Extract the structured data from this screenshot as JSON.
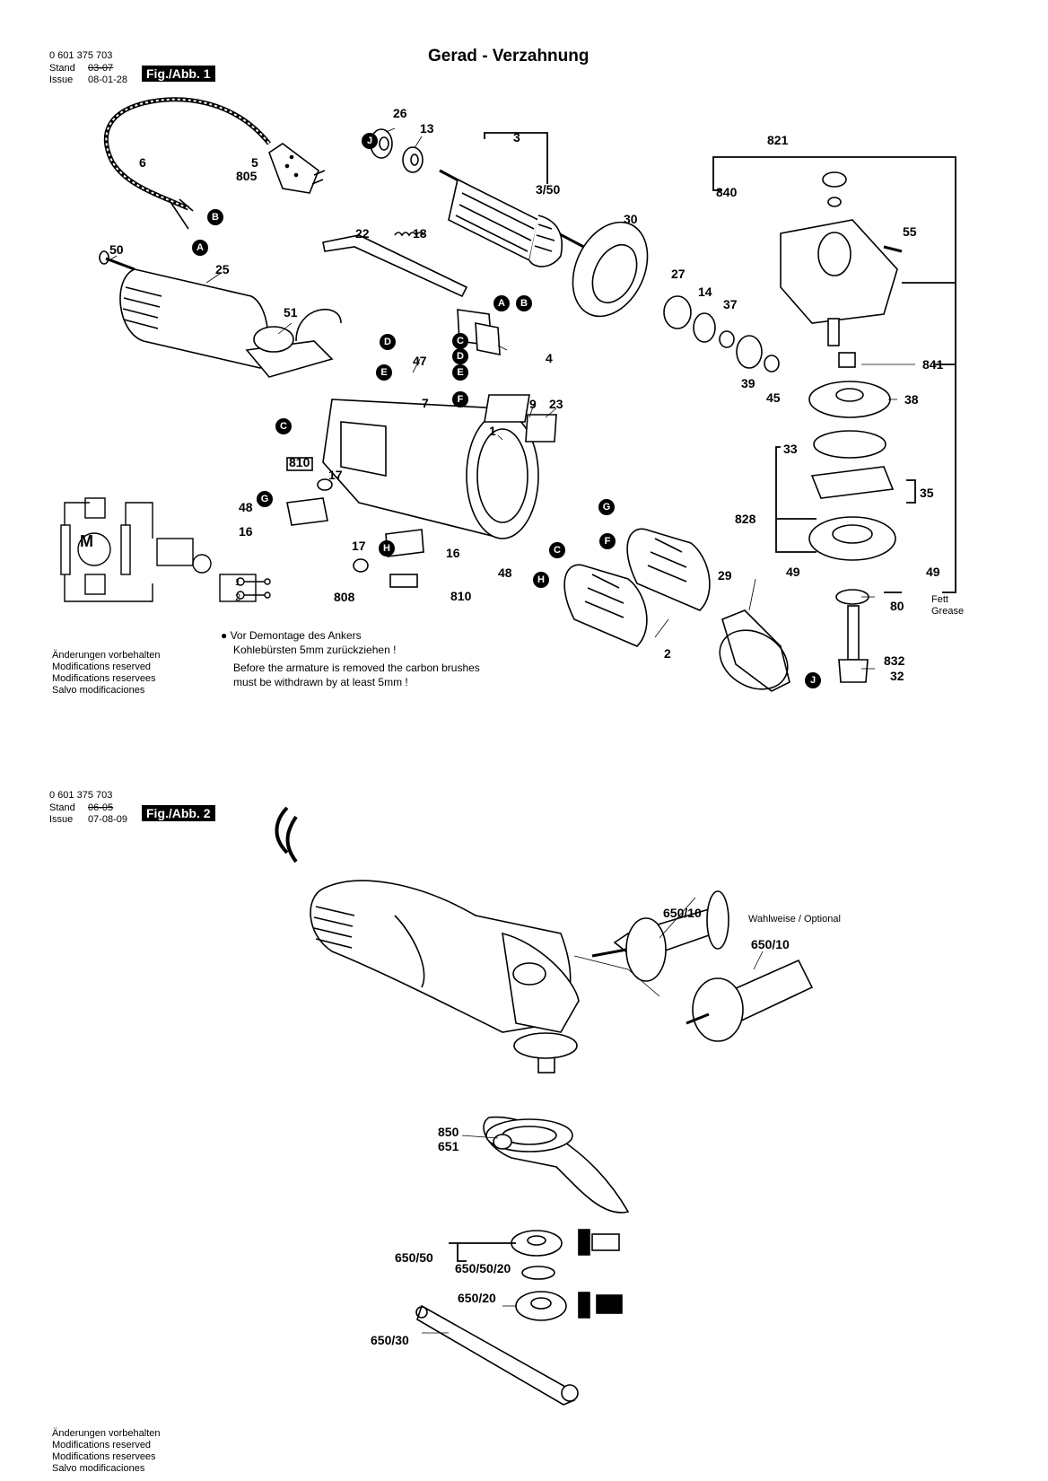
{
  "header": {
    "title": "Gerad - Verzahnung"
  },
  "fig1": {
    "part_number": "0 601 375 703",
    "stand_label": "Stand",
    "stand_old": "03-07",
    "issue_label": "Issue",
    "issue_date": "08-01-28",
    "fig_label": "Fig./Abb. 1"
  },
  "fig2": {
    "part_number": "0 601 375 703",
    "stand_label": "Stand",
    "stand_old": "06-05",
    "issue_label": "Issue",
    "issue_date": "07-08-09",
    "fig_label": "Fig./Abb. 2"
  },
  "notes": {
    "changes": [
      "Änderungen vorbehalten",
      "Modifications reserved",
      "Modifications reservees",
      "Salvo modificaciones"
    ],
    "armature_de_1": "Vor Demontage des Ankers",
    "armature_de_2": "Kohlebürsten 5mm zurückziehen !",
    "armature_en_1": "Before the armature is removed the carbon brushes",
    "armature_en_2": "must be withdrawn by at least 5mm !",
    "grease_de": "Fett",
    "grease_en": "Grease",
    "optional": "Wahlweise / Optional"
  },
  "schematic": {
    "motor": "M",
    "switch_1": "1",
    "switch_2": "2"
  },
  "parts1": [
    "26",
    "13",
    "3",
    "3/50",
    "6",
    "5",
    "805",
    "30",
    "821",
    "840",
    "55",
    "22",
    "18",
    "50",
    "25",
    "27",
    "14",
    "37",
    "51",
    "4",
    "47",
    "7",
    "39",
    "45",
    "841",
    "38",
    "9",
    "23",
    "1",
    "33",
    "810",
    "17",
    "35",
    "48",
    "16",
    "828",
    "17",
    "16",
    "48",
    "808",
    "810",
    "29",
    "49",
    "49",
    "80",
    "2",
    "832",
    "32"
  ],
  "callouts1": [
    "J",
    "B",
    "A",
    "A",
    "B",
    "C",
    "D",
    "D",
    "E",
    "E",
    "F",
    "C",
    "G",
    "F",
    "C",
    "H",
    "G",
    "H",
    "J"
  ],
  "parts2": [
    "650/10",
    "650/10",
    "850",
    "651",
    "650/50",
    "650/50/20",
    "650/20",
    "650/30"
  ]
}
